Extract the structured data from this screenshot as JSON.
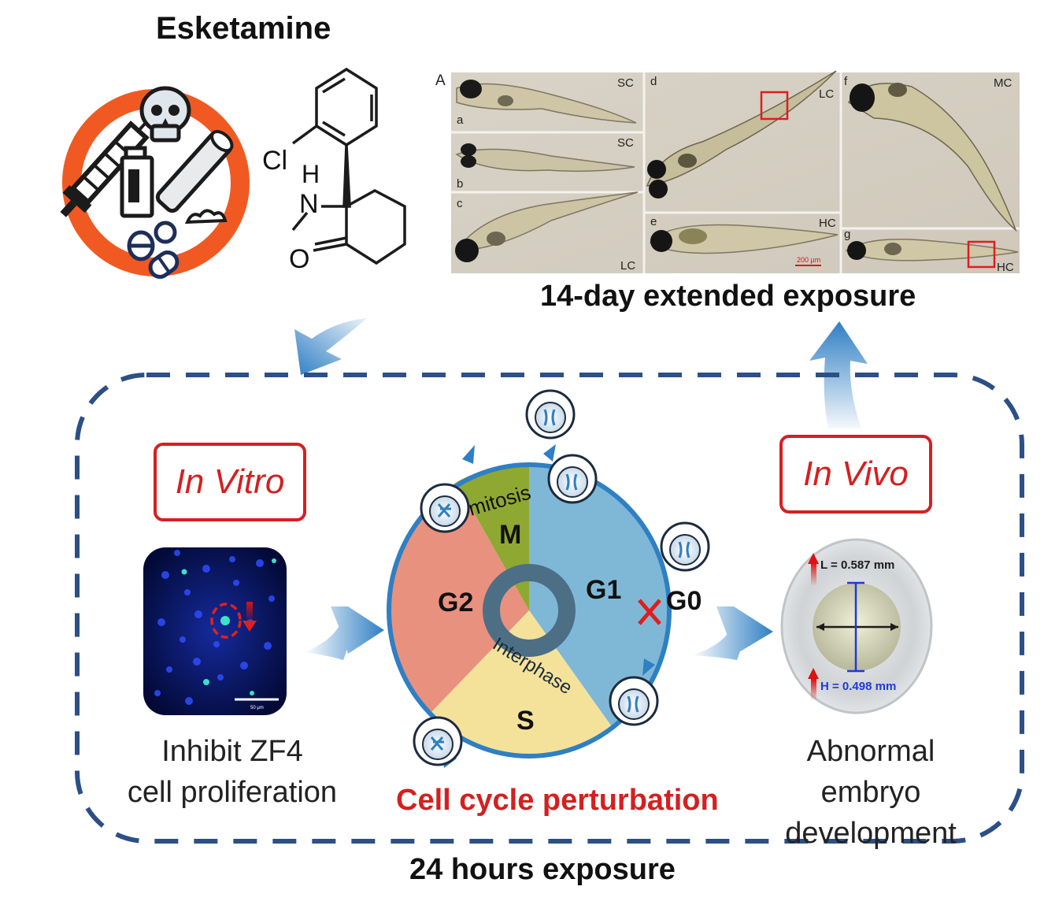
{
  "titles": {
    "esketamine": "Esketamine",
    "extended_exposure": "14-day extended exposure",
    "hours_exposure": "24 hours exposure",
    "cell_cycle": "Cell cycle perturbation"
  },
  "molecule": {
    "cl": "Cl",
    "h": "H",
    "n": "N",
    "o": "O"
  },
  "fish_panel": {
    "panel_letter": "A",
    "cells": [
      {
        "letter": "a",
        "condition": "SC"
      },
      {
        "letter": "b",
        "condition": "SC"
      },
      {
        "letter": "c",
        "condition": "LC"
      },
      {
        "letter": "d",
        "condition": "LC"
      },
      {
        "letter": "e",
        "condition": "HC"
      },
      {
        "letter": "f",
        "condition": "MC"
      },
      {
        "letter": "g",
        "condition": "HC"
      }
    ],
    "scale_bar": "200 μm"
  },
  "in_vitro": {
    "label": "In Vitro",
    "caption_line1": "Inhibit ZF4",
    "caption_line2": "cell proliferation",
    "scale_bar": "50 μm"
  },
  "in_vivo": {
    "label": "In Vivo",
    "caption_line1": "Abnormal",
    "caption_line2": "embryo development",
    "length": "L = 0.587 mm",
    "height": "H = 0.498 mm"
  },
  "cycle": {
    "phases": {
      "m": "M",
      "g1": "G1",
      "s": "S",
      "g2": "G2",
      "g0": "G0"
    },
    "mitosis": "mitosis",
    "interphase": "Interphase"
  },
  "colors": {
    "accent_red": "#d42020",
    "dash_blue": "#2c4f86",
    "arrow_blue": "#2f7fc4",
    "g1_blue": "#7fb8d6",
    "s_yellow": "#f5e29a",
    "g2_salmon": "#e8917e",
    "m_green": "#8fa832"
  }
}
